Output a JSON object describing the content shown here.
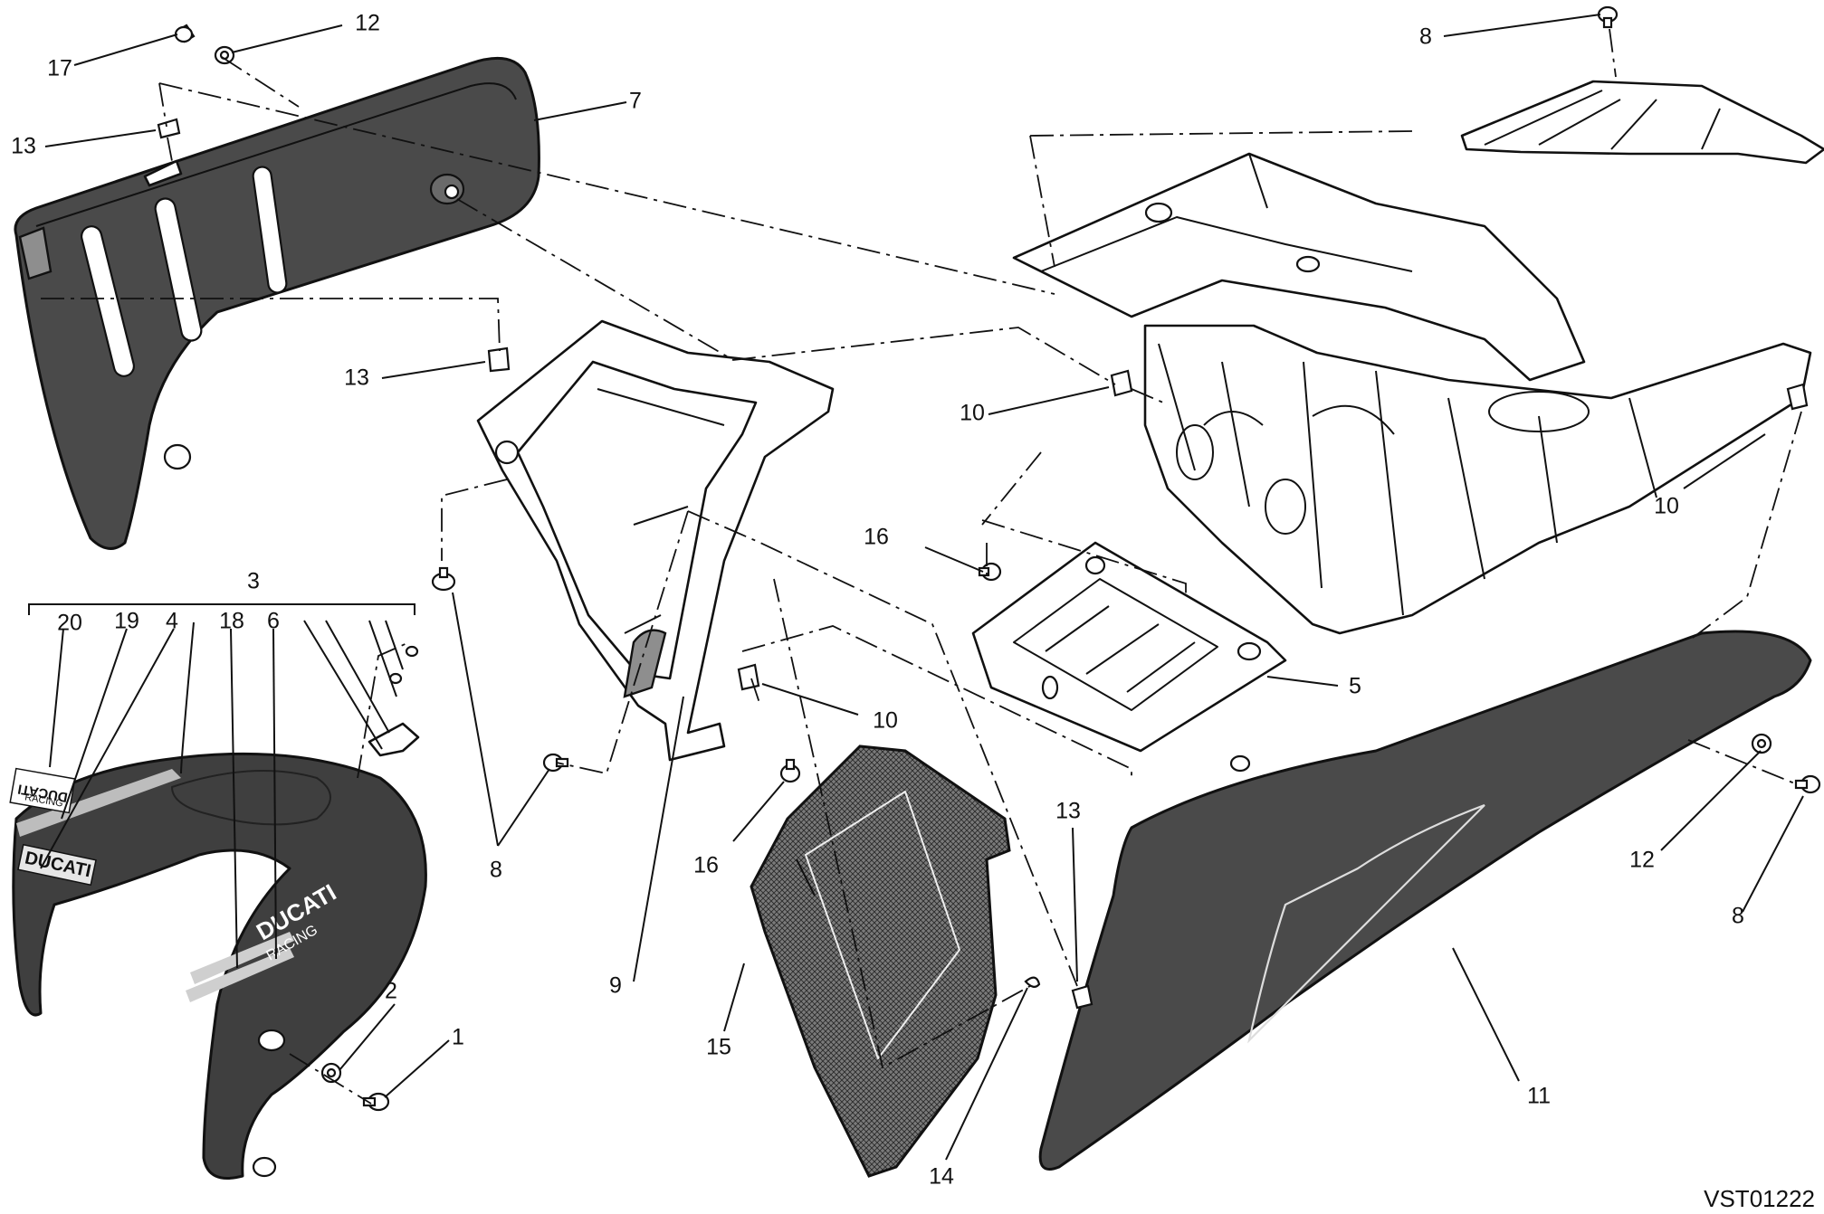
{
  "drawing_code": "VST01222",
  "callouts": {
    "n1": "1",
    "n2": "2",
    "n3": "3",
    "n4": "4",
    "n5": "5",
    "n6": "6",
    "n7": "7",
    "n8_top": "8",
    "n8_left": "8",
    "n8_right": "8",
    "n9": "9",
    "n10_top": "10",
    "n10_right": "10",
    "n10_mid": "10",
    "n11": "11",
    "n12_top": "12",
    "n12_right": "12",
    "n13_top": "13",
    "n13_mid": "13",
    "n13_low": "13",
    "n14": "14",
    "n15": "15",
    "n16_top": "16",
    "n16_low": "16",
    "n17": "17",
    "n18": "18",
    "n19": "19",
    "n20": "20"
  },
  "decals": {
    "ducati": "DUCATI",
    "racing": "RACING"
  },
  "colors": {
    "dark_panel": "#4a4a4a",
    "line": "#111111",
    "background": "#ffffff"
  }
}
